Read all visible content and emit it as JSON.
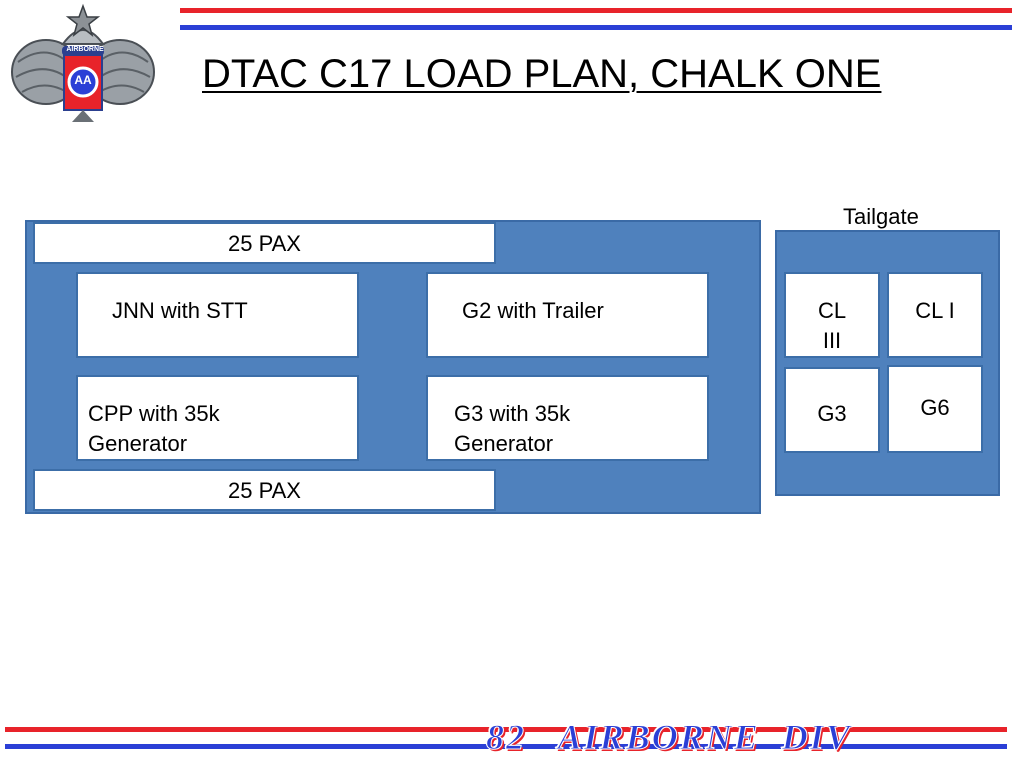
{
  "header": {
    "title": "DTAC C17 LOAD PLAN, CHALK ONE"
  },
  "logo": {
    "label": "AIRBORNE",
    "initials": "AA"
  },
  "main_bay": {
    "pax_top": "25 PAX",
    "pax_bottom": "25 PAX",
    "items": [
      {
        "label": "JNN with STT"
      },
      {
        "label": "G2 with Trailer"
      },
      {
        "label": "CPP with 35k\nGenerator"
      },
      {
        "label": "G3 with 35k\nGenerator"
      }
    ]
  },
  "tailgate": {
    "label": "Tailgate",
    "items": [
      {
        "label": "CL\nIII"
      },
      {
        "label": "CL I"
      },
      {
        "label": "G3"
      },
      {
        "label": "G6"
      }
    ]
  },
  "footer": {
    "text": "82   AIRBORNE  DIV"
  },
  "colors": {
    "stripe_red": "#e8232a",
    "stripe_blue": "#2b3fd6",
    "bay_blue": "#4f81bd"
  }
}
